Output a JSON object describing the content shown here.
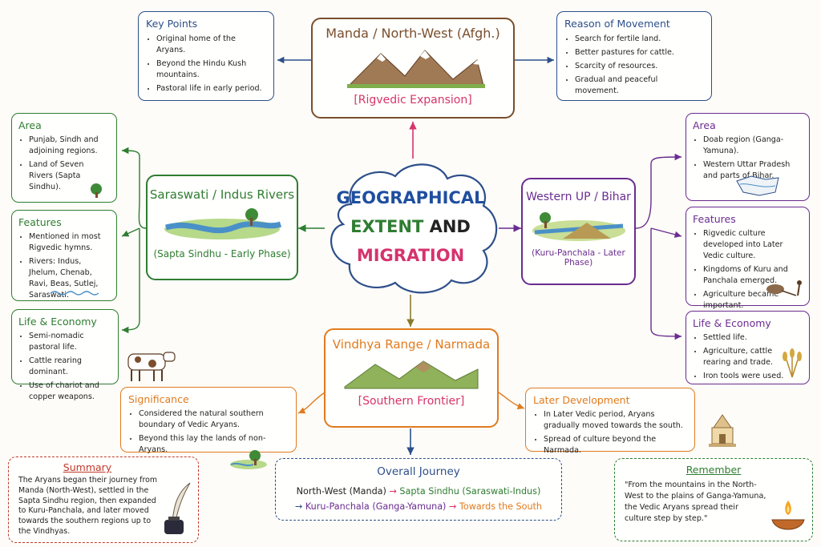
{
  "center": {
    "line1": "GEOGRAPHICAL",
    "line2a": "EXTENT",
    "line2b": "AND",
    "line3": "MIGRATION"
  },
  "north": {
    "title": "Manda / North-West (Afgh.)",
    "subtitle": "[Rigvedic Expansion]"
  },
  "west": {
    "title": "Saraswati / Indus Rivers",
    "subtitle": "(Sapta Sindhu - Early Phase)"
  },
  "east": {
    "title": "Western UP / Bihar",
    "subtitle": "(Kuru-Panchala - Later Phase)"
  },
  "south": {
    "title": "Vindhya Range / Narmada",
    "subtitle": "[Southern Frontier]"
  },
  "key_points": {
    "title": "Key Points",
    "items": [
      "Original home of the Aryans.",
      "Beyond the Hindu Kush mountains.",
      "Pastoral life in early period."
    ]
  },
  "reason": {
    "title": "Reason of Movement",
    "items": [
      "Search for fertile land.",
      "Better pastures for cattle.",
      "Scarcity of resources.",
      "Gradual and peaceful movement."
    ]
  },
  "west_area": {
    "title": "Area",
    "items": [
      "Punjab, Sindh and adjoining regions.",
      "Land of Seven Rivers (Sapta Sindhu)."
    ]
  },
  "west_features": {
    "title": "Features",
    "items": [
      "Mentioned in most Rigvedic hymns.",
      "Rivers: Indus, Jhelum, Chenab, Ravi, Beas, Sutlej, Saraswati."
    ]
  },
  "west_life": {
    "title": "Life & Economy",
    "items": [
      "Semi-nomadic pastoral life.",
      "Cattle rearing dominant.",
      "Use of chariot and copper weapons."
    ]
  },
  "east_area": {
    "title": "Area",
    "items": [
      "Doab region (Ganga-Yamuna).",
      "Western Uttar Pradesh and parts of Bihar."
    ]
  },
  "east_features": {
    "title": "Features",
    "items": [
      "Rigvedic culture developed into Later Vedic culture.",
      "Kingdoms of Kuru and Panchala emerged.",
      "Agriculture became important."
    ]
  },
  "east_life": {
    "title": "Life & Economy",
    "items": [
      "Settled life.",
      "Agriculture, cattle rearing and trade.",
      "Iron tools were used."
    ]
  },
  "significance": {
    "title": "Significance",
    "items": [
      "Considered the natural southern boundary of Vedic Aryans.",
      "Beyond this lay the lands of non-Aryans."
    ]
  },
  "later": {
    "title": "Later Development",
    "items": [
      "In Later Vedic period, Aryans gradually moved towards the south.",
      "Spread of culture beyond the Narmada."
    ]
  },
  "journey": {
    "title": "Overall Journey",
    "p1": "North-West (Manda)",
    "a1": "→",
    "p2": "Sapta Sindhu",
    "p2b": "(Saraswati-Indus)",
    "a2": "→",
    "p3": "Kuru-Panchala",
    "p3b": "(Ganga-Yamuna)",
    "a3": "→",
    "p4": "Towards the South"
  },
  "summary": {
    "title": "Summary",
    "text": "The Aryans began their journey from Manda (North-West), settled in the Sapta Sindhu region, then expanded to Kuru-Panchala, and later moved towards the southern regions up to the Vindhyas."
  },
  "remember": {
    "title": "Remember",
    "text": "\"From the mountains in the North-West to the plains of Ganga-Yamuna, the Vedic Aryans spread their culture step by step.\""
  },
  "colors": {
    "north": "#7a4e2d",
    "west": "#2f7d32",
    "east": "#6a2c91",
    "south": "#e07b1f",
    "key": "#2d4f8a",
    "pink": "#d6336c"
  }
}
